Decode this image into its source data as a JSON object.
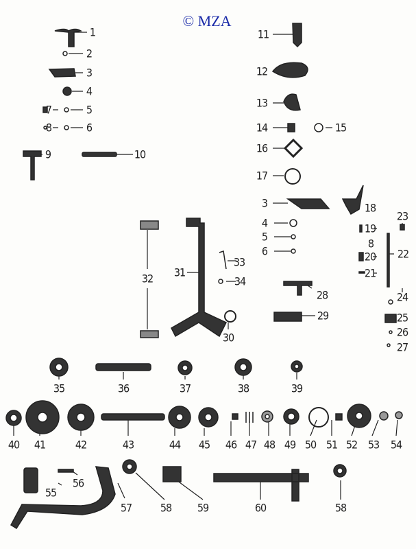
{
  "copyright": "© MZA",
  "labels": [
    "1",
    "2",
    "3",
    "4",
    "7",
    "5",
    "8",
    "6",
    "9",
    "10",
    "11",
    "12",
    "13",
    "14",
    "15",
    "16",
    "17",
    "3",
    "18",
    "4",
    "19",
    "23",
    "8",
    "5",
    "6",
    "20",
    "22",
    "21",
    "32",
    "31",
    "33",
    "34",
    "28",
    "29",
    "30",
    "24",
    "25",
    "26",
    "27",
    "35",
    "36",
    "37",
    "38",
    "39",
    "40",
    "41",
    "42",
    "43",
    "44",
    "45",
    "46",
    "47",
    "48",
    "49",
    "50",
    "51",
    "52",
    "53",
    "54",
    "55",
    "56",
    "57",
    "58",
    "59",
    "60",
    "58"
  ]
}
